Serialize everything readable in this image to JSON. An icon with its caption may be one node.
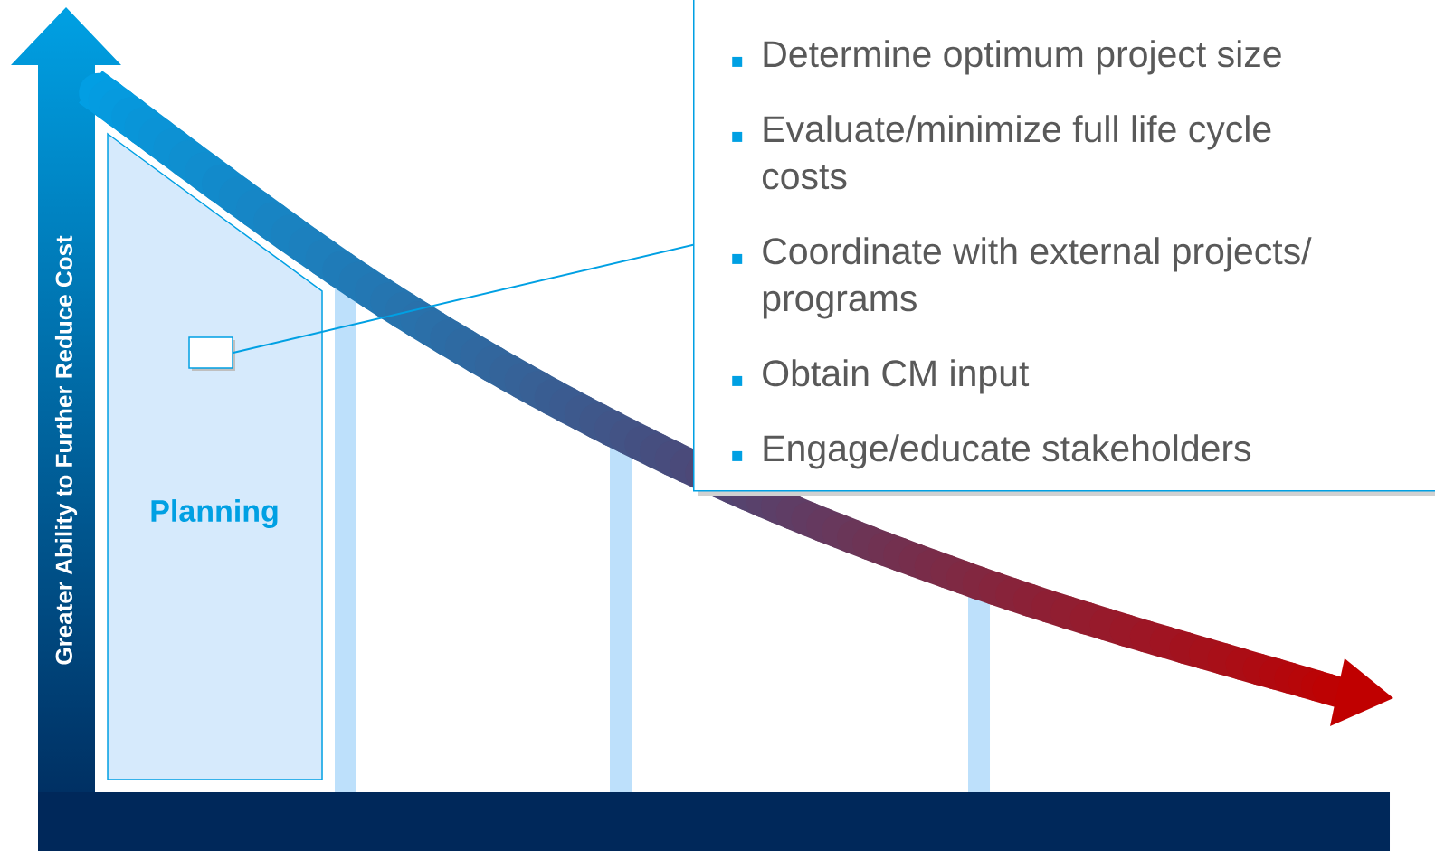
{
  "diagram": {
    "nodes": [
      {
        "text": [
          "Planning"
        ]
      },
      {
        "text": [],
        "shape": "box",
        "in": 0
      },
      {
        "text": [
          "Determine optimum project size",
          "Evaluate/minimize full life cycle costs",
          "Coordinate with external projects/ programs",
          "Obtain CM input",
          "Engage/educate stakeholders"
        ]
      },
      {
        "text": [],
        "shape": "bar"
      },
      {
        "text": [],
        "shape": "bar"
      },
      {
        "text": [],
        "shape": "bar"
      }
    ],
    "edges": [
      {
        "from": 2,
        "to": 1,
        "arrow": "none"
      }
    ],
    "labels": [
      "Greater Ability to Further Reduce Cost"
    ]
  }
}
